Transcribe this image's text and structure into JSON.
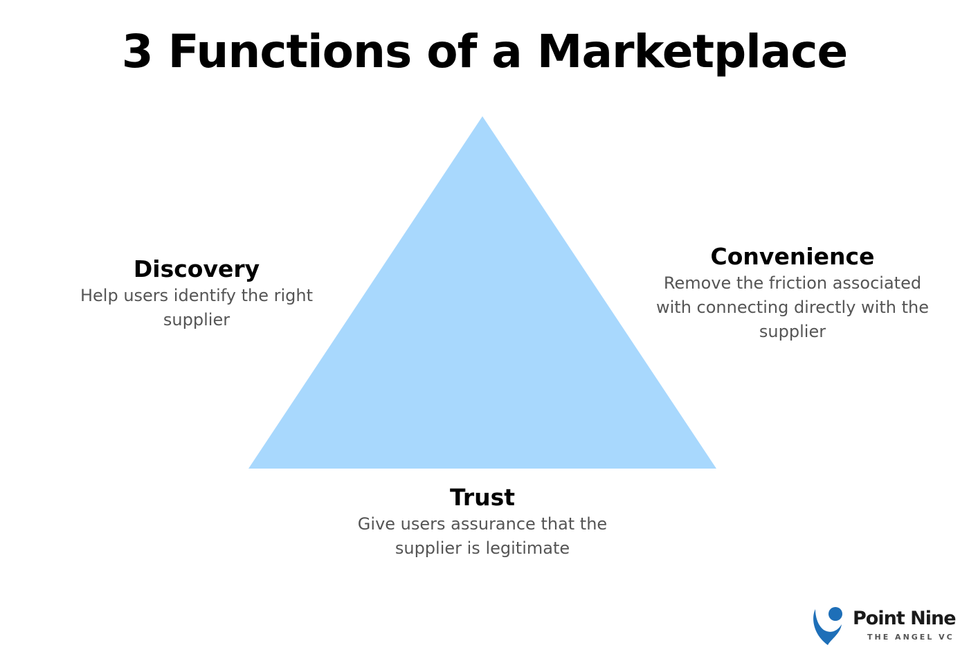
{
  "title": "3 Functions of a Marketplace",
  "colors": {
    "triangle_fill": "#a8d8fd",
    "heading_text": "#000000",
    "description_text": "#555555",
    "logo_blue": "#1e6fb8"
  },
  "functions": {
    "discovery": {
      "heading": "Discovery",
      "description": "Help users identify the right supplier"
    },
    "convenience": {
      "heading": "Convenience",
      "description": "Remove the friction associated with connecting directly with the supplier"
    },
    "trust": {
      "heading": "Trust",
      "description": "Give users assurance that the supplier is legitimate"
    }
  },
  "logo": {
    "name": "Point Nine",
    "tagline": "THE ANGEL VC",
    "icon": "point-nine-logo-icon"
  }
}
